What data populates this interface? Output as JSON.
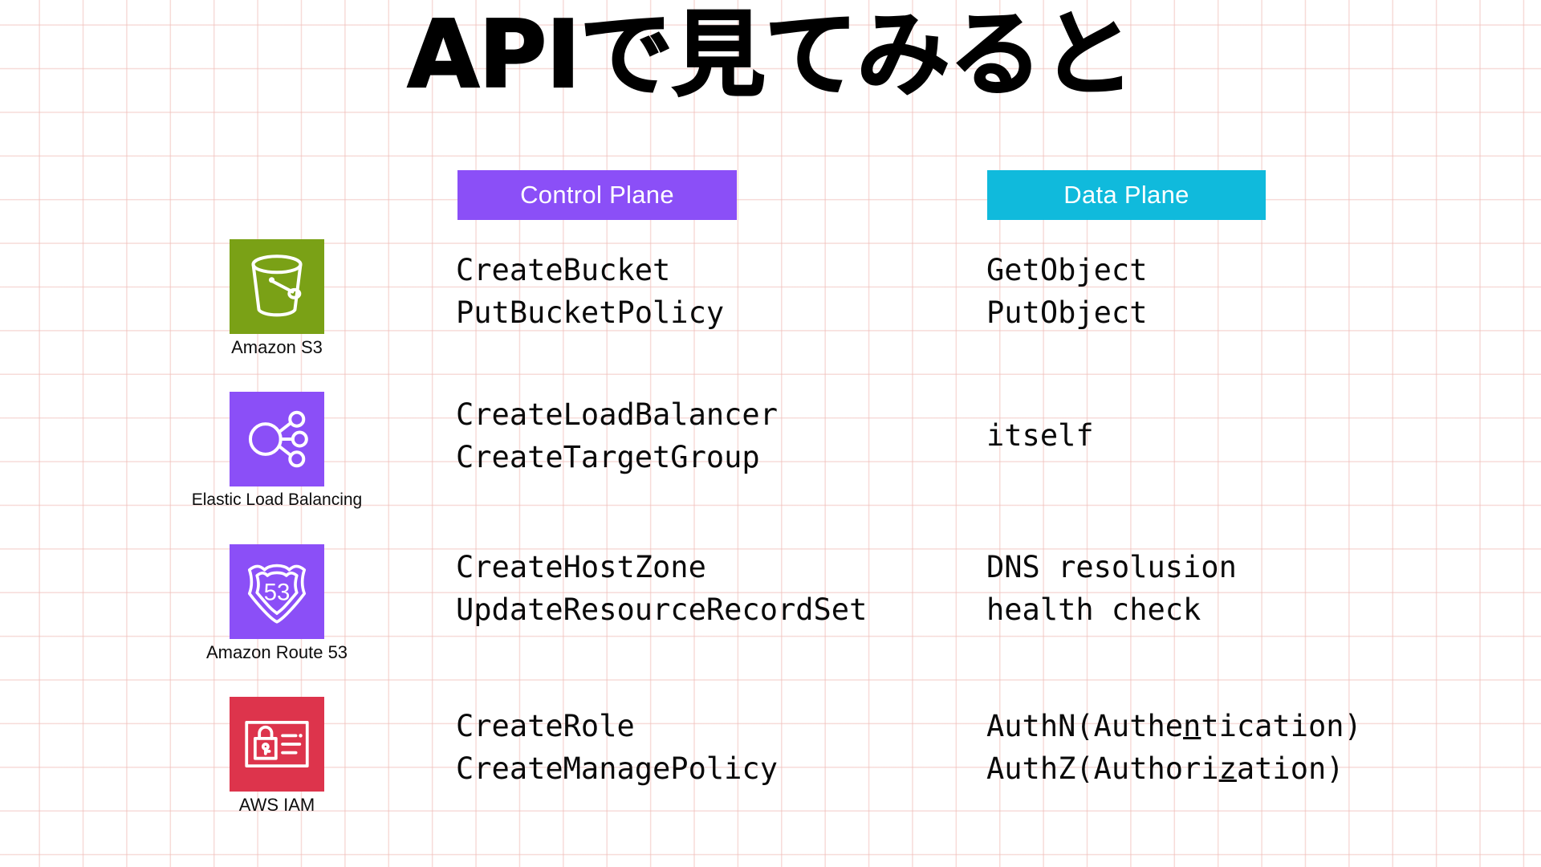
{
  "slide": {
    "title": "APIで見てみると",
    "background": {
      "style": "grid-paper",
      "page_color": "#ffffff",
      "grid_line_color": "#f0beb9"
    }
  },
  "columns": {
    "control_plane": {
      "label": "Control Plane",
      "color": "#8b4ff7",
      "text_color": "#ffffff"
    },
    "data_plane": {
      "label": "Data Plane",
      "color": "#10badc",
      "text_color": "#ffffff"
    }
  },
  "rows": [
    {
      "id": "s3",
      "service": "Amazon S3",
      "icon": "s3-bucket-icon",
      "icon_bg": "#7aa116",
      "control_plane": [
        "CreateBucket",
        "PutBucketPolicy"
      ],
      "data_plane": [
        "GetObject",
        "PutObject"
      ]
    },
    {
      "id": "elb",
      "service": "Elastic Load Balancing",
      "icon": "elastic-load-balancing-icon",
      "icon_bg": "#8b4ff7",
      "control_plane": [
        "CreateLoadBalancer",
        "CreateTargetGroup"
      ],
      "data_plane": [
        "itself"
      ]
    },
    {
      "id": "r53",
      "service": "Amazon Route 53",
      "icon": "route53-shield-icon",
      "icon_bg": "#8b4ff7",
      "icon_text": "53",
      "control_plane": [
        "CreateHostZone",
        "UpdateResourceRecordSet"
      ],
      "data_plane": [
        "DNS resolusion",
        "health check"
      ]
    },
    {
      "id": "iam",
      "service": "AWS IAM",
      "icon": "iam-id-card-lock-icon",
      "icon_bg": "#dd344c",
      "control_plane": [
        "CreateRole",
        "CreateManagePolicy"
      ],
      "data_plane_html": [
        "AuthN(Authe<u>n</u>tication)",
        "AuthZ(Authori<u>z</u>ation)"
      ]
    }
  ]
}
